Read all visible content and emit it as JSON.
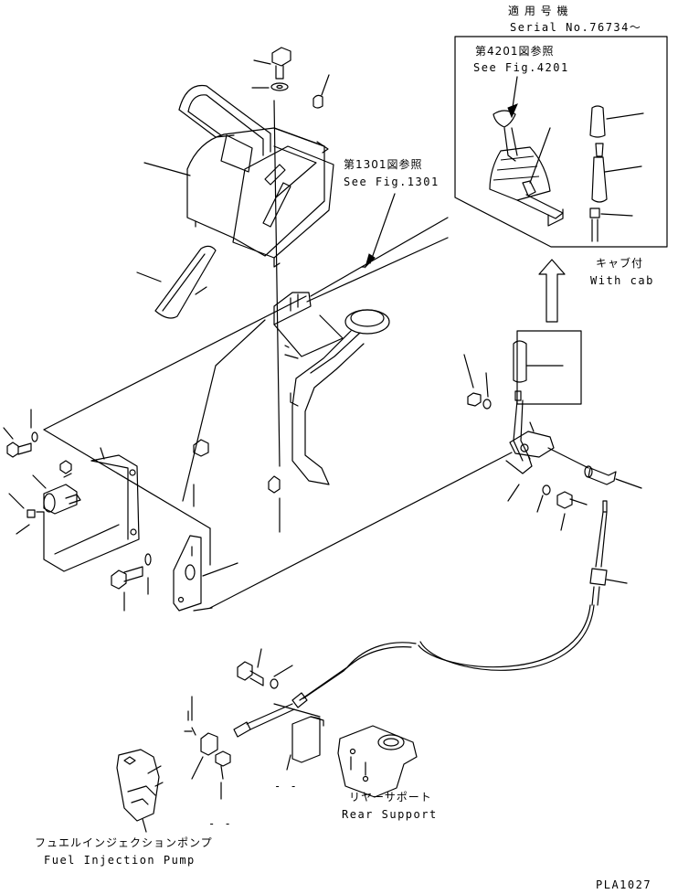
{
  "header": {
    "applicable_jp": "適 用 号 機",
    "serial": "Serial No.76734～"
  },
  "inset": {
    "ref_jp": "第4201図参照",
    "ref_en": "See Fig.4201",
    "cab_jp": "キャブ付",
    "cab_en": "With cab"
  },
  "callouts": {
    "fig1301_jp": "第1301図参照",
    "fig1301_en": "See Fig.1301",
    "rear_support_jp": "リヤーサポート",
    "rear_support_en": "Rear Support",
    "fuel_pump_jp": "フュエルインジェクションポンプ",
    "fuel_pump_en": "Fuel Injection Pump",
    "dash_a": "- -",
    "dash_b": "- -"
  },
  "footer": {
    "drawing_code": "PLA1027"
  }
}
